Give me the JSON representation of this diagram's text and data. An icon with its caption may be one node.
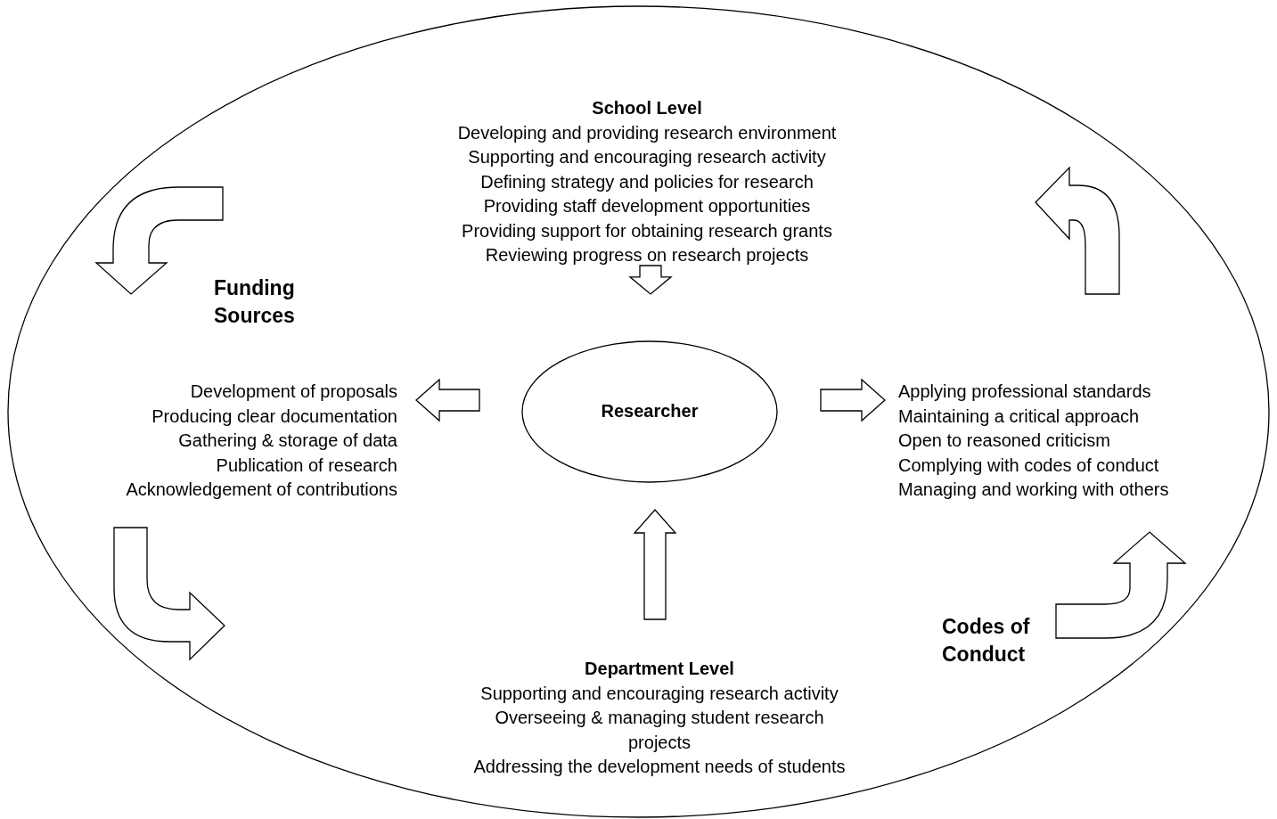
{
  "diagram": {
    "nodes": [
      {
        "text": [],
        "shape": "ellipse"
      },
      {
        "text": [
          "School Level",
          "Developing and providing research environment",
          "Supporting and encouraging research activity",
          "Defining strategy and policies for research",
          "Providing staff development opportunities",
          "Providing support for obtaining research grants",
          "Reviewing progress on research projects"
        ],
        "in": 0
      },
      {
        "text": [
          "Development of proposals",
          "Producing clear documentation",
          "Gathering & storage of data",
          "Publication of research",
          "Acknowledgement of contributions"
        ],
        "in": 0
      },
      {
        "text": [
          "Researcher"
        ],
        "in": 0
      },
      {
        "text": [
          "Applying professional standards",
          "Maintaining a critical approach",
          "Open to reasoned criticism",
          "Complying with codes of conduct",
          "Managing and working with others"
        ],
        "in": 0
      },
      {
        "text": [
          "Department Level",
          "Supporting and encouraging research activity",
          "Overseeing & managing student research projects",
          "Addressing the development needs of students"
        ],
        "in": 0
      }
    ],
    "edges": [
      {
        "from": 1,
        "to": 3,
        "arrow": "to"
      },
      {
        "from": 3,
        "to": 2,
        "arrow": "to"
      },
      {
        "from": 3,
        "to": 4,
        "arrow": "to"
      },
      {
        "from": 5,
        "to": 3,
        "arrow": "to"
      }
    ],
    "labels": [
      "Funding Sources",
      "Codes of Conduct"
    ]
  }
}
